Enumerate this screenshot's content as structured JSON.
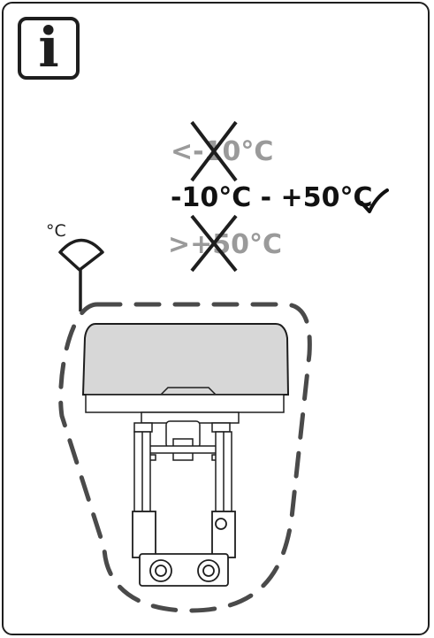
{
  "info_icon": {
    "glyph": "i",
    "name": "info-icon"
  },
  "temperatures": {
    "low": "<-10°C",
    "ok": "-10°C - +50°C",
    "high": ">+50°C"
  },
  "sensor": {
    "unit_label": "°C",
    "icon": "thermometer-probe-icon"
  },
  "colors": {
    "frame": "#1e1e1e",
    "excluded_text": "#9a9a9a",
    "allowed_text": "#111111",
    "housing": "#d7d7d7",
    "dashed_zone": "#4a4a4a"
  }
}
